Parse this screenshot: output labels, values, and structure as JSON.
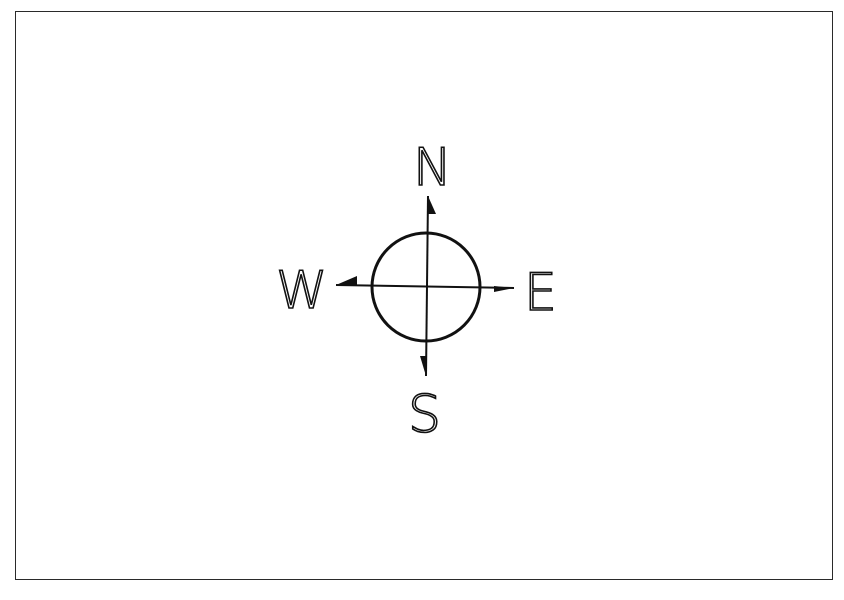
{
  "diagram": {
    "directions": {
      "north": "N",
      "east": "E",
      "south": "S",
      "west": "W"
    }
  },
  "colors": {
    "ink": "#111111",
    "paper": "#ffffff",
    "frame": "#2a2a2a"
  }
}
